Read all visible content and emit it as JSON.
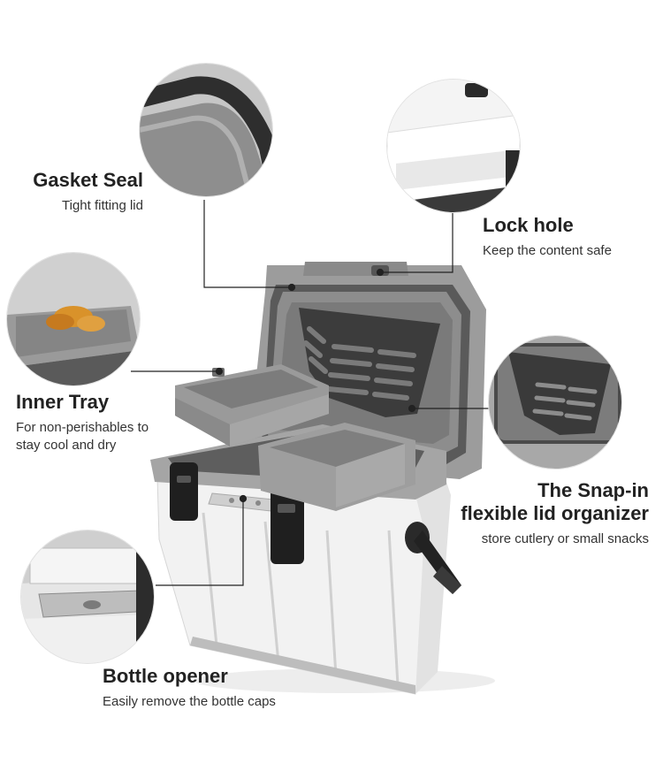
{
  "features": {
    "gasket": {
      "title": "Gasket Seal",
      "desc": "Tight fitting lid"
    },
    "lock": {
      "title": "Lock hole",
      "desc": "Keep the content safe"
    },
    "tray": {
      "title": "Inner Tray",
      "desc_line1": "For non-perishables to",
      "desc_line2": "stay cool and dry"
    },
    "organizer": {
      "title_line1": "The Snap-in",
      "title_line2": "flexible lid organizer",
      "desc": "store cutlery or small snacks"
    },
    "opener": {
      "title": "Bottle opener",
      "desc": "Easily remove the bottle caps"
    }
  },
  "colors": {
    "body_white": "#f4f4f4",
    "trim_gray": "#9a9a9a",
    "dark_gray": "#4a4a4a",
    "latch_black": "#1f1f1f",
    "tray_gray": "#8f8f8f",
    "line": "#222222"
  }
}
